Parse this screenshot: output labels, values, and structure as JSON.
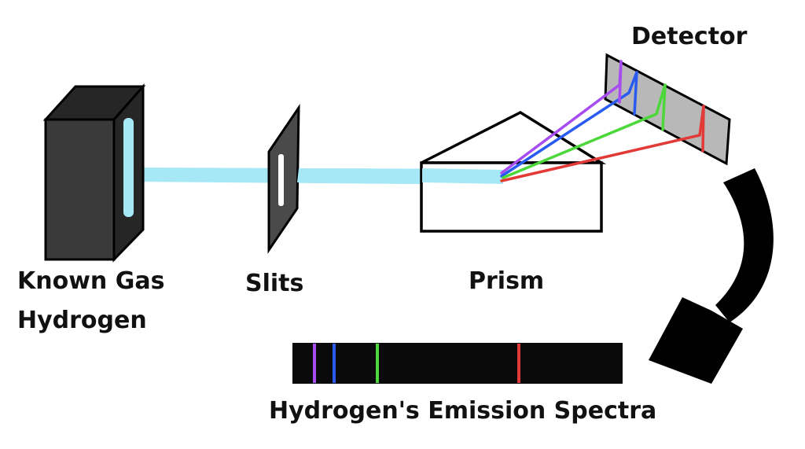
{
  "labels": {
    "source_line1": "Known Gas",
    "source_line2": "Hydrogen",
    "slits": "Slits",
    "prism": "Prism",
    "detector": "Detector",
    "spectrum": "Hydrogen's Emission Spectra"
  },
  "colors": {
    "beam": "#a6e8f5",
    "violet": "#a64cf0",
    "blue": "#2a5bf0",
    "green": "#4cd83a",
    "red": "#e23a36",
    "box_front": "#3a3a3a",
    "box_side": "#262626",
    "slit_plate": "#4a4a4a",
    "detector_plate": "#b8b8b8",
    "spectrum_bar": "#0a0a0a",
    "arrow": "#000000"
  },
  "icons": {
    "source": "gas-lamp-box-icon",
    "slits": "slit-plate-icon",
    "prism": "prism-icon",
    "detector": "detector-plate-icon",
    "arrow": "curved-arrow-icon"
  }
}
